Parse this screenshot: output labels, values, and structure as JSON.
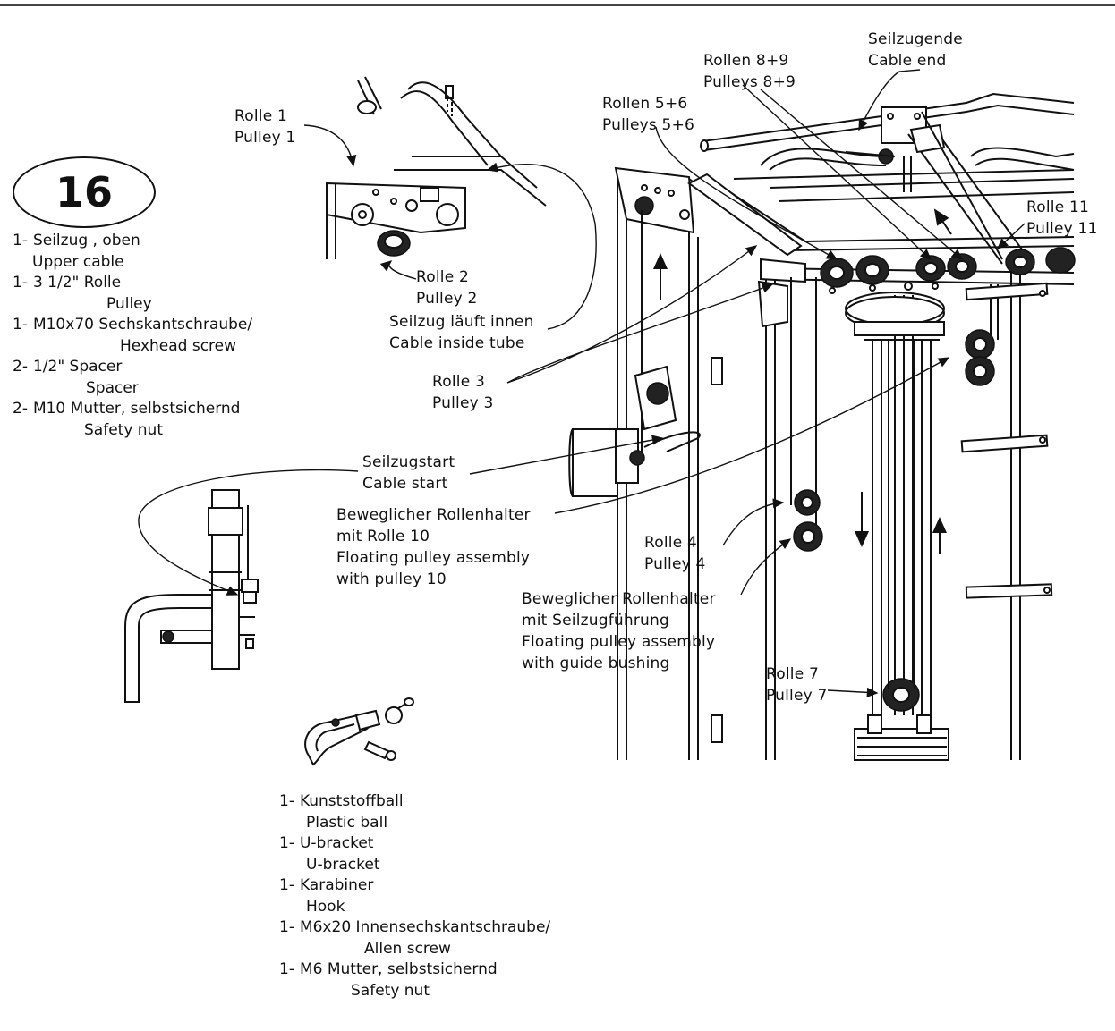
{
  "step_number": "16",
  "parts_list_top": [
    {
      "qty": "1-",
      "de": "Seilzug , oben",
      "en": "Upper cable"
    },
    {
      "qty": "1-",
      "de": "3 1/2\" Rolle",
      "en": "Pulley"
    },
    {
      "qty": "1-",
      "de": "M10x70 Sechskantschraube/",
      "en": "Hexhead screw"
    },
    {
      "qty": "2-",
      "de": "1/2\" Spacer",
      "en": "Spacer"
    },
    {
      "qty": "2-",
      "de": "M10 Mutter, selbstsichernd",
      "en": "Safety nut"
    }
  ],
  "parts_list_bottom": [
    {
      "qty": "1-",
      "de": "Kunststoffball",
      "en": "Plastic ball"
    },
    {
      "qty": "1-",
      "de": "U-bracket",
      "en": "U-bracket"
    },
    {
      "qty": "1-",
      "de": "Karabiner",
      "en": "Hook"
    },
    {
      "qty": "1-",
      "de": "M6x20 Innensechskantschraube/",
      "en": "Allen screw"
    },
    {
      "qty": "1-",
      "de": "M6 Mutter, selbstsichernd",
      "en": "Safety nut"
    }
  ],
  "callouts": {
    "rolle1": [
      "Rolle 1",
      "Pulley 1"
    ],
    "rolle2": [
      "Rolle 2",
      "Pulley 2"
    ],
    "cable_inside": [
      "Seilzug läuft innen",
      "Cable inside tube"
    ],
    "rolle3": [
      "Rolle 3",
      "Pulley 3"
    ],
    "rollen56": [
      "Rollen 5+6",
      "Pulleys 5+6"
    ],
    "rollen89": [
      "Rollen 8+9",
      "Pulleys 8+9"
    ],
    "cable_end": [
      "Seilzugende",
      "Cable end"
    ],
    "rolle11": [
      "Rolle 11",
      "Pulley 11"
    ],
    "cable_start": [
      "Seilzugstart",
      "Cable start"
    ],
    "floating10": [
      "Beweglicher Rollenhalter",
      "mit Rolle 10",
      "Floating pulley assembly",
      "with pulley 10"
    ],
    "rolle4": [
      "Rolle 4",
      "Pulley 4"
    ],
    "floating_guide": [
      "Beweglicher Rollenhalter",
      "mit Seilzugführung",
      "Floating pulley assembly",
      "with guide bushing"
    ],
    "rolle7": [
      "Rolle 7",
      "Pulley 7"
    ]
  }
}
